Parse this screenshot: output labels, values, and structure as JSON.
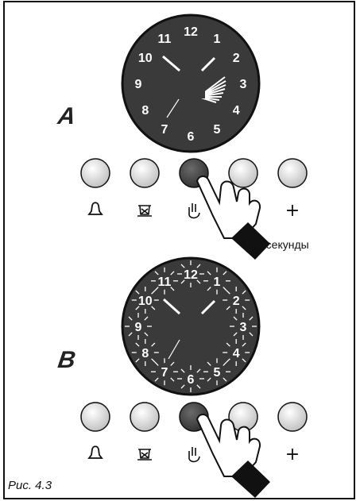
{
  "figure": {
    "caption": "Рис. 4.3"
  },
  "panels": [
    {
      "label": "A",
      "clock_numerals": [
        "12",
        "1",
        "2",
        "3",
        "4",
        "5",
        "6",
        "7",
        "8",
        "9",
        "10",
        "11"
      ],
      "numerals_flashing": false,
      "pressed_button": "clock",
      "hold_note": "2 секунды"
    },
    {
      "label": "B",
      "clock_numerals": [
        "12",
        "1",
        "2",
        "3",
        "4",
        "5",
        "6",
        "7",
        "8",
        "9",
        "10",
        "11"
      ],
      "numerals_flashing": true,
      "pressed_button": "clock",
      "hold_note": ""
    }
  ],
  "buttons": [
    {
      "name": "bell",
      "symbol": "bell-icon"
    },
    {
      "name": "cook-time",
      "symbol": "pot-icon"
    },
    {
      "name": "clock",
      "symbol": "hand-icon"
    },
    {
      "name": "minus",
      "symbol": "−"
    },
    {
      "name": "plus",
      "symbol": "+"
    }
  ],
  "colors": {
    "dial": "#3a3a3a",
    "dial_rim": "#111111",
    "button_face": "#e6e6e6",
    "button_pressed": "#4a4a4a",
    "ink": "#111111"
  }
}
